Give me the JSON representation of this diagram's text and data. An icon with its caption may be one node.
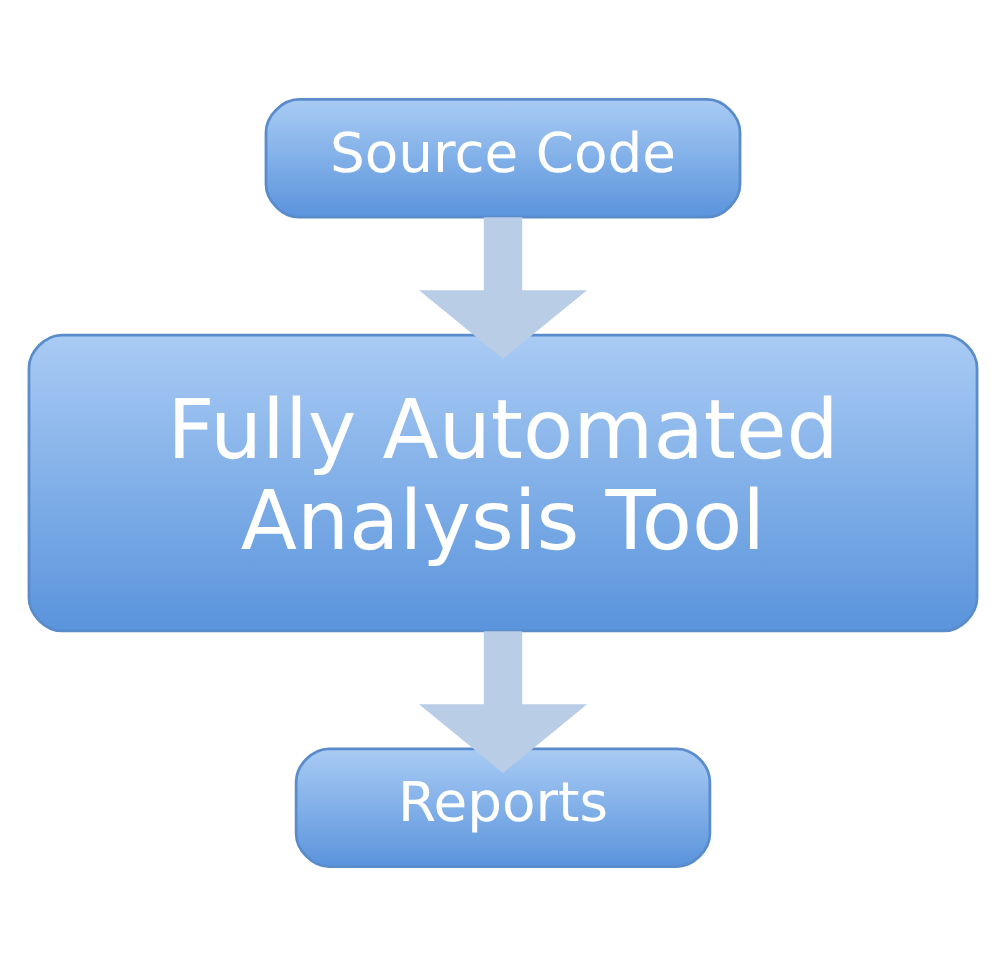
{
  "diagram": {
    "nodes": [
      {
        "text": [
          "Source Code"
        ]
      },
      {
        "text": [
          "Fully Automated Analysis Tool"
        ]
      },
      {
        "text": [
          "Reports"
        ]
      }
    ],
    "edges": [
      {
        "from": 0,
        "to": 1,
        "arrow": "to"
      },
      {
        "from": 1,
        "to": 2,
        "arrow": "to"
      }
    ]
  }
}
